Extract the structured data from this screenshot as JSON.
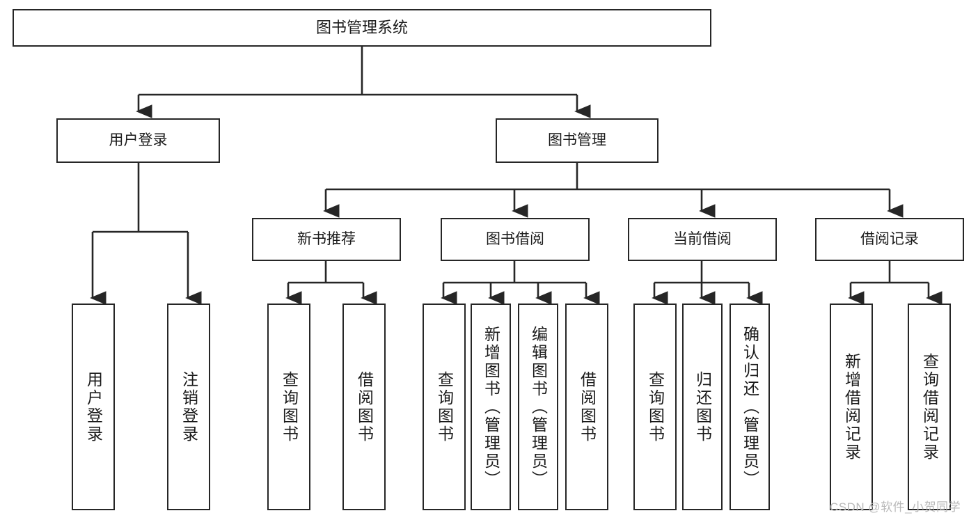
{
  "diagram": {
    "title": "图书管理系统",
    "type": "tree-hierarchy",
    "root": {
      "label": "图书管理系统"
    },
    "level2": [
      {
        "label": "用户登录"
      },
      {
        "label": "图书管理"
      }
    ],
    "level3": [
      {
        "label": "新书推荐"
      },
      {
        "label": "图书借阅"
      },
      {
        "label": "当前借阅"
      },
      {
        "label": "借阅记录"
      }
    ],
    "leaves": {
      "user_login": [
        {
          "label": "用户登录"
        },
        {
          "label": "注销登录"
        }
      ],
      "new_book_recommend": [
        {
          "label": "查询图书"
        },
        {
          "label": "借阅图书"
        }
      ],
      "book_borrow": [
        {
          "label": "查询图书"
        },
        {
          "label": "新增图书（管理员）"
        },
        {
          "label": "编辑图书（管理员）"
        },
        {
          "label": "借阅图书"
        }
      ],
      "current_borrow": [
        {
          "label": "查询图书"
        },
        {
          "label": "归还图书"
        },
        {
          "label": "确认归还（管理员）"
        }
      ],
      "borrow_record": [
        {
          "label": "新增借阅记录"
        },
        {
          "label": "查询借阅记录"
        }
      ]
    }
  },
  "watermark": {
    "text": "CSDN @软件_小贺同学"
  },
  "colors": {
    "stroke": "#262626",
    "text": "#1a1a1a",
    "background": "#ffffff",
    "watermark": "#b9b9b9"
  }
}
